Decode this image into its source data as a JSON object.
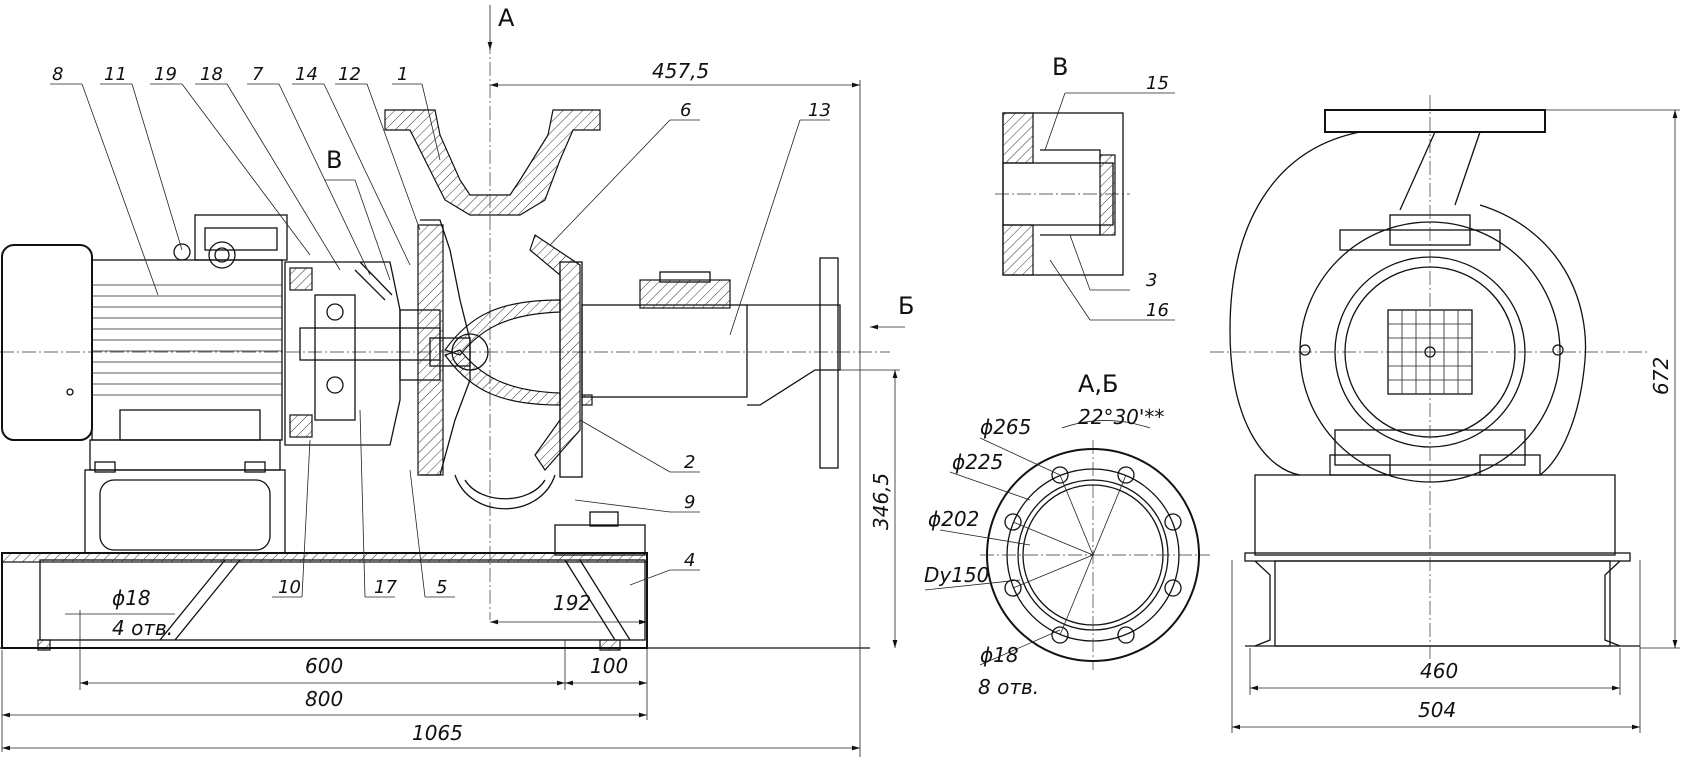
{
  "views": {
    "section_a_label": "А",
    "section_b_label": "Б",
    "view_v_label": "В",
    "view_v_marker": "В",
    "view_ab_label": "А,Б"
  },
  "part_numbers": [
    "8",
    "11",
    "19",
    "18",
    "7",
    "14",
    "12",
    "1",
    "6",
    "13",
    "2",
    "9",
    "4",
    "10",
    "17",
    "5",
    "15",
    "3",
    "16"
  ],
  "dimensions": {
    "d457": "457,5",
    "d346": "346,5",
    "d192": "192",
    "d600": "600",
    "d100": "100",
    "d800": "800",
    "d1065": "1065",
    "d18": "ϕ18",
    "holes4": "4 отв.",
    "d265": "ϕ265",
    "d225": "ϕ225",
    "d202": "ϕ202",
    "dy150": "Dy150",
    "angle": "22°30'**",
    "d18b": "ϕ18",
    "holes8": "8 отв.",
    "d672": "672",
    "d460": "460",
    "d504": "504"
  }
}
